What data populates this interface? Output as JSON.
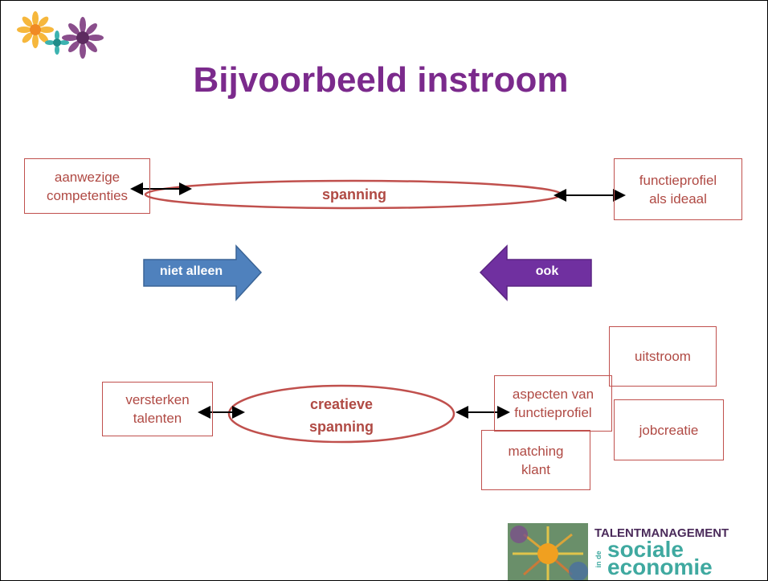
{
  "title": "Bijvoorbeeld instroom",
  "top": {
    "left_box": "aanwezige competenties",
    "left_box_l1": "aanwezige",
    "left_box_l2": "competenties",
    "ellipse": "spanning",
    "right_box_l1": "functieprofiel",
    "right_box_l2": "als ideaal"
  },
  "arrows": {
    "left": "niet alleen",
    "right": "ook",
    "left_color": "#4f81bd",
    "right_color": "#7030a0"
  },
  "bottom": {
    "left_box_l1": "versterken",
    "left_box_l2": "talenten",
    "ellipse_l1": "creatieve",
    "ellipse_l2": "spanning",
    "aspects_l1": "aspecten van",
    "aspects_l2": "functieprofiel",
    "uitstroom": "uitstroom",
    "jobcreatie": "jobcreatie",
    "matching_l1": "matching",
    "matching_l2": "klant"
  },
  "logo": {
    "line1": "TALENTMANAGEMENT",
    "prefix": "in de",
    "word1": "sociale",
    "word2": "economie"
  },
  "colors": {
    "title": "#7b2a8c",
    "box_border": "#c0504d",
    "box_text": "#b04a44"
  }
}
